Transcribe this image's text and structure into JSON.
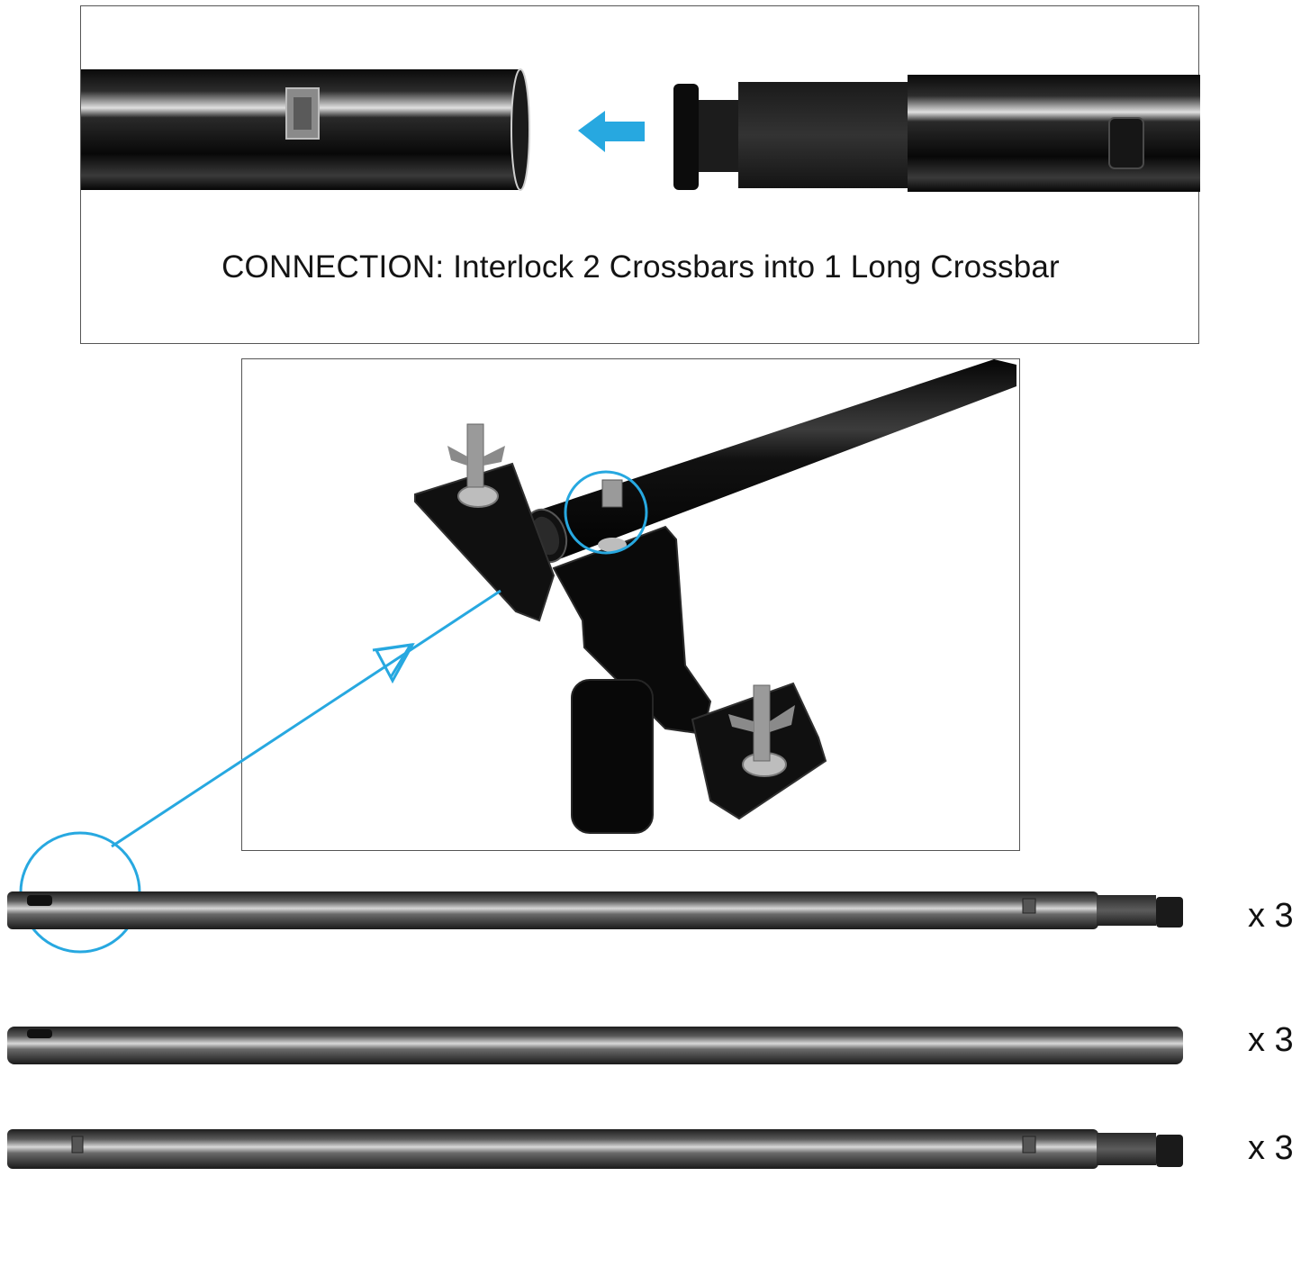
{
  "connection_panel": {
    "caption": "CONNECTION: Interlock 2 Crossbars into 1 Long Crossbar"
  },
  "crossbars": [
    {
      "quantity_label": "x 3",
      "type": "female-male"
    },
    {
      "quantity_label": "x 3",
      "type": "female-plain"
    },
    {
      "quantity_label": "x 3",
      "type": "female-male"
    }
  ],
  "colors": {
    "accent_blue": "#27a8e0",
    "tube_black": "#0b0b0b",
    "tube_steel": "#3a3a3a",
    "foam": "#2a2a2a",
    "border": "#555555"
  },
  "icons": [
    "arrow-left-icon",
    "callout-circle-icon",
    "callout-arrow-icon"
  ]
}
